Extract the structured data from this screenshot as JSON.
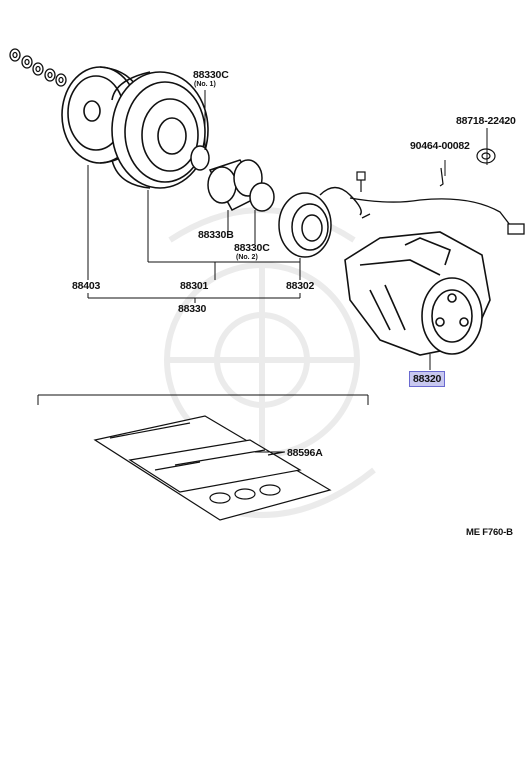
{
  "labels": {
    "p88330C_1": "88330C",
    "p88330C_1_note": "(No. 1)",
    "p88718": "88718-22420",
    "p90464": "90464-00082",
    "p88330B": "88330B",
    "p88330C_2": "88330C",
    "p88330C_2_note": "(No. 2)",
    "p88403": "88403",
    "p88301": "88301",
    "p88302": "88302",
    "p88330": "88330",
    "p88320": "88320",
    "p88596A": "88596A",
    "ref_code": "ME  F760-B"
  },
  "colors": {
    "line": "#111111",
    "watermark": "#e9e9e9",
    "highlight_fill": "#c8c8f0",
    "highlight_border": "#6a6ad0"
  }
}
